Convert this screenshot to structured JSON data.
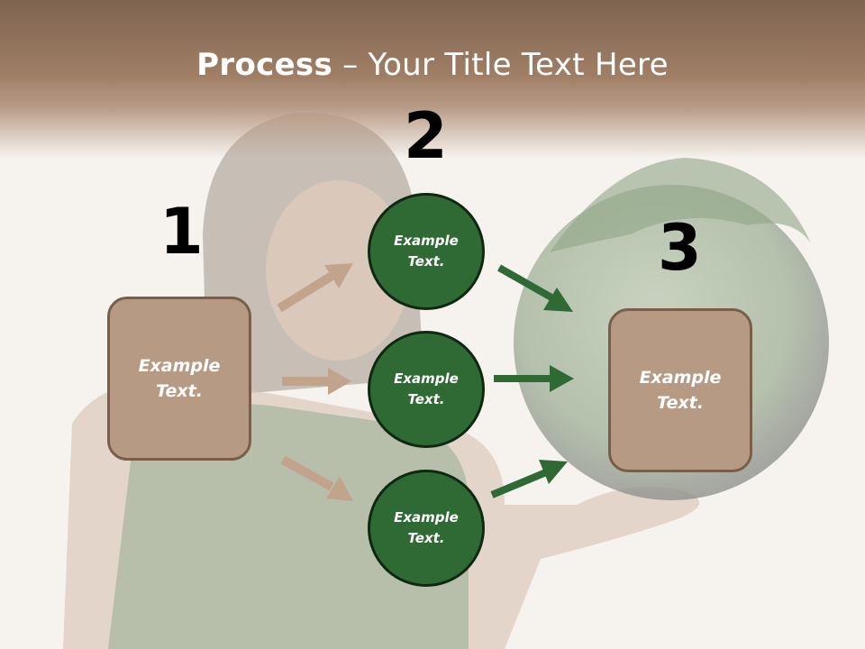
{
  "slide": {
    "title_bold": "Process",
    "title_rest": " – Your Title Text Here"
  },
  "steps": [
    {
      "number": "1",
      "line1": "Example",
      "line2": "Text."
    },
    {
      "number": "2"
    },
    {
      "number": "3",
      "line1": "Example",
      "line2": "Text."
    }
  ],
  "circles": [
    {
      "line1": "Example",
      "line2": "Text."
    },
    {
      "line1": "Example",
      "line2": "Text."
    },
    {
      "line1": "Example",
      "line2": "Text."
    }
  ],
  "colors": {
    "box_fill": "#b79a84",
    "box_border": "#7a5e4a",
    "circle_fill": "#2f6a34",
    "tan_arrow": "#c2a48c",
    "green_arrow": "#2f6a34"
  }
}
